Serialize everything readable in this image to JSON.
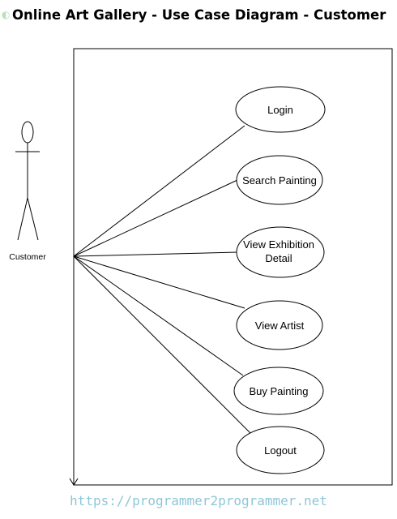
{
  "title": "Online Art Gallery - Use Case Diagram - Customer",
  "actor": {
    "label": "Customer"
  },
  "use_cases": [
    {
      "id": "login",
      "lines": [
        "Login"
      ]
    },
    {
      "id": "search-painting",
      "lines": [
        "Search Painting"
      ]
    },
    {
      "id": "view-exhibition-detail",
      "lines": [
        "View Exhibition",
        "Detail"
      ]
    },
    {
      "id": "view-artist",
      "lines": [
        "View Artist"
      ]
    },
    {
      "id": "buy-painting",
      "lines": [
        "Buy Painting"
      ]
    },
    {
      "id": "logout",
      "lines": [
        "Logout"
      ]
    }
  ],
  "footer": {
    "url": "https://programmer2programmer.net"
  },
  "colors": {
    "line": "#000000",
    "title_mark": "#b9e0b9",
    "footer": "#8fc6d8"
  }
}
